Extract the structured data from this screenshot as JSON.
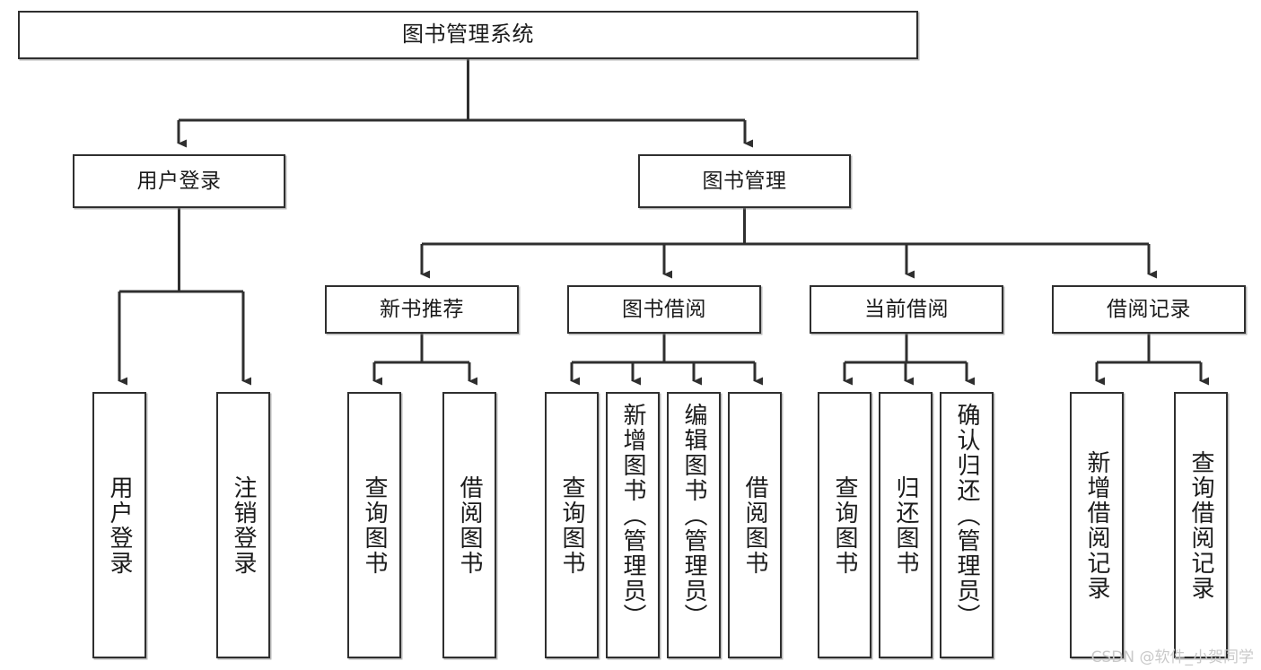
{
  "diagram": {
    "title": "图书管理系统",
    "type": "tree",
    "watermark": "CSDN @软件_小贺同学",
    "colors": {
      "node_border": "#2f2f2f",
      "node_fill": "#ffffff",
      "edge": "#2f2f2f",
      "text": "#1b1b1b",
      "watermark": "#c9c9c9"
    },
    "nodes": {
      "root": {
        "label": "图书管理系统"
      },
      "level2": [
        {
          "id": "user-login",
          "label": "用户登录"
        },
        {
          "id": "book-manage",
          "label": "图书管理"
        }
      ],
      "level3": [
        {
          "id": "new-book-recommend",
          "label": "新书推荐"
        },
        {
          "id": "book-borrow",
          "label": "图书借阅"
        },
        {
          "id": "current-borrow",
          "label": "当前借阅"
        },
        {
          "id": "borrow-record",
          "label": "借阅记录"
        }
      ],
      "leaves": {
        "user_login": [
          {
            "id": "leaf-user-login",
            "label": "用户登录"
          },
          {
            "id": "leaf-logout-login",
            "label": "注销登录"
          }
        ],
        "new_book_recommend": [
          {
            "id": "leaf-query-book-1",
            "label": "查询图书"
          },
          {
            "id": "leaf-borrow-book-1",
            "label": "借阅图书"
          }
        ],
        "book_borrow": [
          {
            "id": "leaf-query-book-2",
            "label": "查询图书"
          },
          {
            "id": "leaf-add-book",
            "label": "新增图书（管理员）"
          },
          {
            "id": "leaf-edit-book",
            "label": "编辑图书（管理员）"
          },
          {
            "id": "leaf-borrow-book-2",
            "label": "借阅图书"
          }
        ],
        "current_borrow": [
          {
            "id": "leaf-query-book-3",
            "label": "查询图书"
          },
          {
            "id": "leaf-return-book",
            "label": "归还图书"
          },
          {
            "id": "leaf-confirm-return",
            "label": "确认归还（管理员）"
          }
        ],
        "borrow_record": [
          {
            "id": "leaf-add-record",
            "label": "新增借阅记录"
          },
          {
            "id": "leaf-query-record",
            "label": "查询借阅记录"
          }
        ]
      }
    }
  }
}
